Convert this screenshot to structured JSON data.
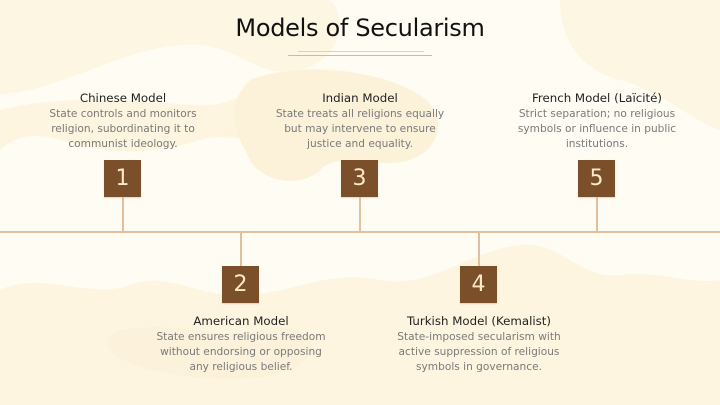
{
  "slide": {
    "title": "Models of Secularism",
    "colors": {
      "background": "#fffcf4",
      "box_fill": "#7a4f29",
      "box_text": "#fbe9c9",
      "timeline": "#e3bf9c",
      "title_text": "#111111",
      "body_text": "#7a7a7a"
    },
    "models": [
      {
        "number": "1",
        "name": "Chinese Model",
        "description_lines": [
          "State controls and monitors",
          "religion, subordinating it to",
          "communist ideology."
        ],
        "position": "above"
      },
      {
        "number": "2",
        "name": "American Model",
        "description_lines": [
          "State ensures religious freedom",
          "without endorsing or opposing",
          "any religious belief."
        ],
        "position": "below"
      },
      {
        "number": "3",
        "name": "Indian Model",
        "description_lines": [
          "State treats all religions equally",
          "but may intervene to ensure",
          "justice and equality."
        ],
        "position": "above"
      },
      {
        "number": "4",
        "name": "Turkish Model (Kemalist)",
        "description_lines": [
          "State-imposed secularism with",
          "active suppression of religious",
          "symbols in governance."
        ],
        "position": "below"
      },
      {
        "number": "5",
        "name": "French Model (Laïcité)",
        "description_lines": [
          "Strict separation; no religious",
          "symbols or influence in public",
          "institutions."
        ],
        "position": "above"
      }
    ]
  }
}
